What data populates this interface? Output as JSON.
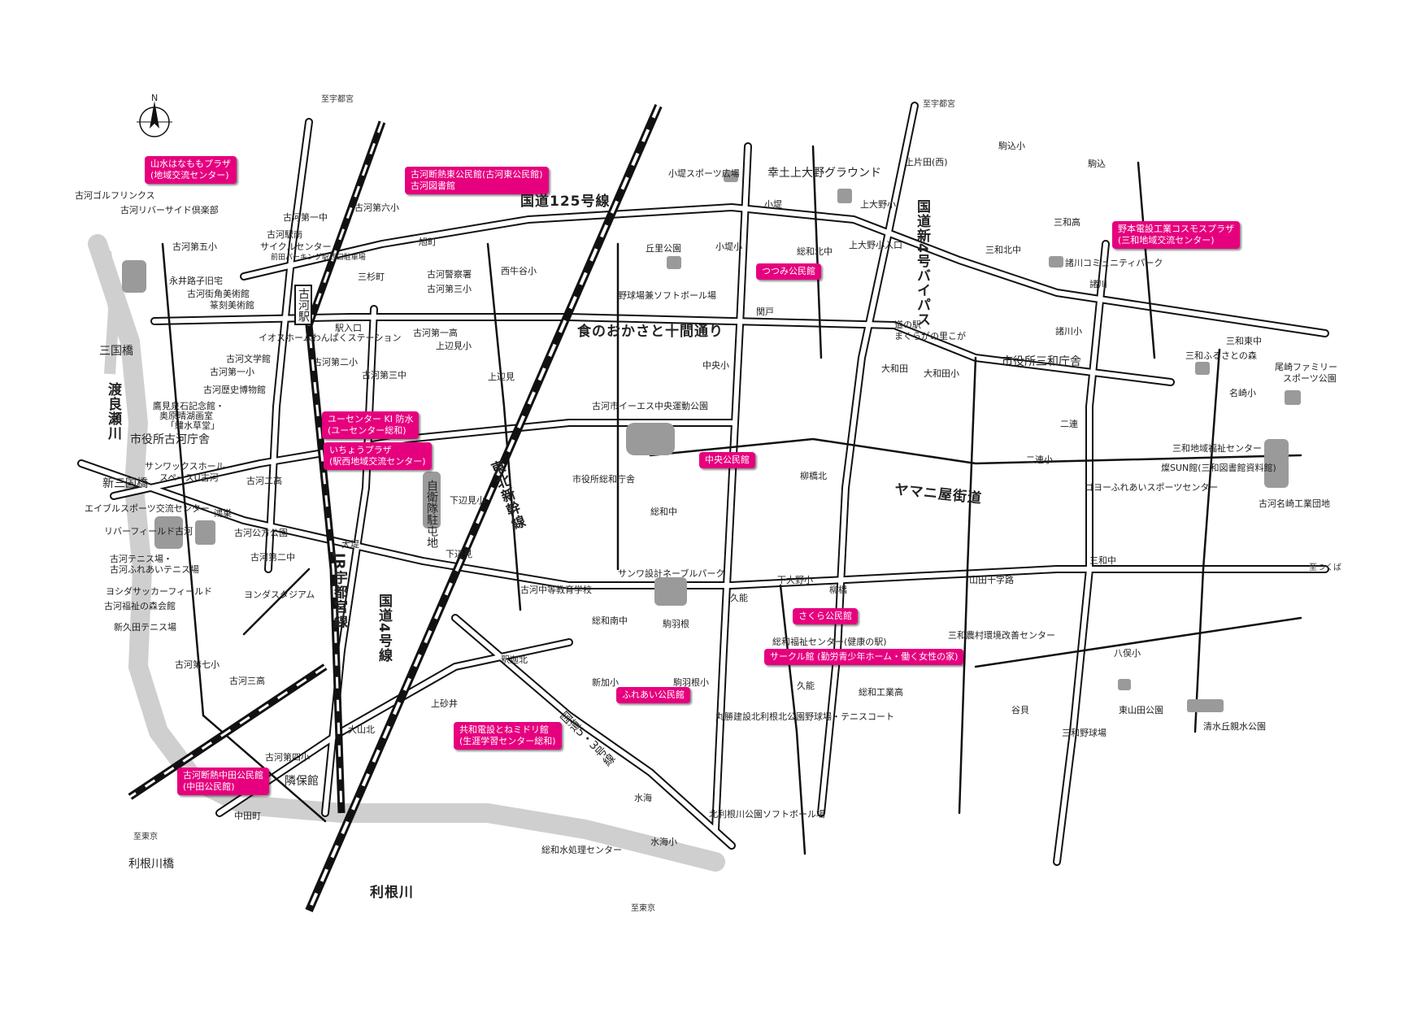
{
  "map": {
    "colors": {
      "road_fill": "#ffffff",
      "road_outline": "#111111",
      "river": "#cfcfcf",
      "park": "#9a9a9a",
      "highlight": "#e6007e",
      "railway": "#111111"
    },
    "compass": {
      "label": "N"
    },
    "pink_labels": {
      "sansui": [
        "山水はなももプラザ",
        "(地域交流センター)"
      ],
      "higashi": [
        "古河断熱東公民館(古河東公民館)",
        "古河図書館"
      ],
      "nomoto": [
        "野本電設工業コスモスプラザ",
        "(三和地域交流センター)"
      ],
      "tsutsumi": [
        "つつみ公民館"
      ],
      "yucenter": [
        "ユーセンター KI 防水",
        "(ユーセンター総和)"
      ],
      "icho": [
        "いちょうプラザ",
        "(駅西地域交流センター)"
      ],
      "chuo": [
        "中央公民館"
      ],
      "sakura": [
        "さくら公民館"
      ],
      "circle": [
        "サークル館 (勤労青少年ホーム・働く女性の家)"
      ],
      "fureai": [
        "ふれあい公民館"
      ],
      "kyowa": [
        "共和電設とねミドリ館",
        "(生涯学習センター総和)"
      ],
      "nakada": [
        "古河断熱中田公民館",
        "(中田公民館)"
      ]
    },
    "roads": {
      "r125": "国道125号線",
      "shokunookasa": "食のおかさと十間通り",
      "bypass": "国道新4号バイパス",
      "yamani": "ヤマニ屋街道",
      "r4": "国道4号線",
      "jr": "JR宇都宮線",
      "shinkansen": "東北新幹線",
      "kokudo3": "国道5・3号線"
    },
    "rivers": {
      "watarase": "渡良瀬川",
      "tone": "利根川"
    },
    "bridges": {
      "sankoku": "三国橋",
      "shinsankoku": "新三国橋",
      "tonegawa": "利根川橋"
    },
    "destinations": {
      "utsunomiya_w": "至宇都宮",
      "utsunomiya_e": "至宇都宮",
      "tsukuba": "至つくば",
      "tokyo_w": "至東京",
      "tokyo_s": "至東京"
    },
    "station": {
      "name": "古河駅"
    },
    "labels": {
      "golf": "古河ゴルフリンクス",
      "riverside": "古河リバーサイド倶楽部",
      "daigo": "古河第五小",
      "nagai": "永井路子旧宅",
      "machikado": "古河街角美術館",
      "tenkoku": "篆刻美術館",
      "daiichichu": "古河第一中",
      "daiichi_sho": "古河第一小",
      "daiyon": "古河第六小",
      "ekiminami_cycle": "古河駅南",
      "cycle_center": "サイクルセンター",
      "maeda_parking": "前田パーキング駅西口駐車場",
      "sugimachi": "三杉町",
      "asahimachi": "旭町",
      "keisatsu": "古河警察署",
      "daisan": "古河第三小",
      "nishiushiya": "西牛谷小",
      "koyama": "古河第一高",
      "ekiiriguchi": "駅入口",
      "ioshome": "イオスホームわんぱくステーション",
      "bungakukan": "古河文学館",
      "rekishi": "古河歴史博物館",
      "daini_sho": "古河第二小",
      "daisanchu": "古河第三中",
      "takami": "鷹見泉石記念館・",
      "okumura": "奥原晴湖画室",
      "kumiai": "「繍水草堂」",
      "koga_office": "市役所古河庁舎",
      "sunworks": "サンワックスホール",
      "spaceu": "スペースU古河",
      "niko": "古河二高",
      "ableks": "エイブルスポーツ交流センター",
      "riverfield": "リバーフィールド古河",
      "tennis": "古河テニス場・",
      "fureai_tennis": "古河ふれあいテニス場",
      "yoshida_field": "ヨシダサッカーフィールド",
      "fukushi_mori": "古河福祉の森会館",
      "shinkuda": "新久田テニス場",
      "yonda": "ヨンダスタジアム",
      "daiyon_chu": "古河第二中",
      "kounosu": "鴻巣",
      "kouen": "古河公方公園",
      "daishichi": "古河第七小",
      "sanko": "古河三高",
      "daishi": "古河第四小",
      "ooyamakita": "大山北",
      "rinpokan": "隣保館",
      "nakadamachi": "中田町",
      "jieitai": "自衛隊駐屯地",
      "shimobemi": "下辺見",
      "shimobemi_sho": "下辺見小",
      "kamibemi": "上辺見",
      "kamibemi_sho": "上辺見小",
      "ooi": "大堤",
      "koutohen": "古河中等教育学校",
      "sanwa_sekkei": "サンワ設計ネーブルパーク",
      "sowa_minami": "総和南中",
      "komahane": "駒羽根",
      "komahane_sho": "駒羽根小",
      "shakujimachi": "釈迦北",
      "shinkaku": "新加小",
      "kamisunai": "上砂井",
      "mizumi": "水海",
      "mizumi_sho": "水海小",
      "shori_center": "総和水処理センター",
      "kawane_park": "北利根川公園ソフトボール場",
      "marukatsu": "丸勝建設北利根北公園野球場・テニスコート",
      "kunou": "久能",
      "kunou2": "久能",
      "sowa_kogyo": "総和工業高",
      "fukushi_center": "総和福祉センター(健康の駅)",
      "shimooono": "下大野小",
      "yanagibashi": "柳橋",
      "yanagibashi_kita": "柳橋北",
      "sowa_office": "市役所総和庁舎",
      "sowa_chu": "総和中",
      "eies": "古河市イーエス中央運動公園",
      "chuo_sho": "中央小",
      "kobori_sports": "小堤スポーツ広場",
      "okamura_park": "丘里公園",
      "yakyu": "野球場兼ソフトボール場",
      "kotsutsumi": "小堤",
      "kotsutsumi_sho": "小堤小",
      "sowakita": "総和北中",
      "sekido": "関戸",
      "saido_ground": "幸土上大野グラウンド",
      "kamiono_sho": "上大野小",
      "kamiono_iriguchi": "上大野小入口",
      "michinoeki": "道の駅",
      "makuraga": "まくらがの里こが",
      "oowada": "大和田",
      "oowada_sho": "大和田小",
      "kamikatada": "上片田(西)",
      "komagome_sho": "駒込小",
      "komagome": "駒込",
      "sanwa_ko": "三和高",
      "sanwa_kitachu": "三和北中",
      "morokawa_park": "諸川コミュニティパーク",
      "morokawa": "諸川",
      "morokawa_sho": "諸川小",
      "sanwa_office": "市役所三和庁舎",
      "sanwa_higashi": "三和東中",
      "sanwa_furusato": "三和ふるさとの森",
      "ozaki_family": "尾崎ファミリー",
      "sports_park": "スポーツ公園",
      "natori_sho": "名崎小",
      "nirenbashi": "二連",
      "niren_sho": "二連小",
      "sanwa_fukushi": "三和地域福祉センター",
      "sun_kan": "燦SUN館(三和図書館資料館)",
      "gogo_fureai": "ゴヨーふれあいスポーツセンター",
      "natori_kogyo": "古河名崎工業団地",
      "yamada": "山田十字路",
      "sanwa_chu": "三和中",
      "sanwa_nouson": "三和農村環境改善センター",
      "hachiman": "八俣小",
      "higashiyamada": "東山田公園",
      "shimizu": "清水丘親水公園",
      "tanigai": "谷貝",
      "sanwa_yakyu": "三和野球場"
    }
  }
}
